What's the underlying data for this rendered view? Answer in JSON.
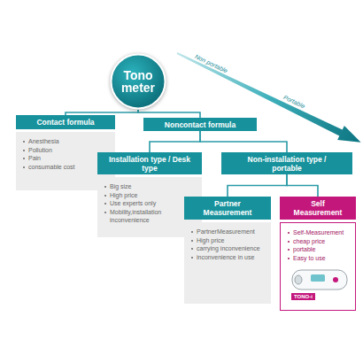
{
  "diagram": {
    "nodes": [
      {
        "text": [
          "Tono meter"
        ]
      },
      {
        "text": [
          "Contact formula",
          "Anesthesia",
          "Pollution",
          "Pain",
          "consumable cost"
        ]
      },
      {
        "text": [
          "Noncontact formula"
        ]
      },
      {
        "text": [
          "Installation type / Desk type",
          "Big size",
          "High price",
          "Use experts only",
          "Mobility,installation inconvenience"
        ]
      },
      {
        "text": [
          "Non-installation type / portable"
        ]
      },
      {
        "text": [
          "Partner Measurement",
          "PartnerMeasurement",
          "High price",
          "carrying inconvenience",
          "inconvenience in use"
        ]
      },
      {
        "text": [
          "Self Measurement",
          "Self-Measurement",
          "cheap price",
          "portable",
          "Easy to use"
        ]
      }
    ],
    "edges": [
      {
        "from": 0,
        "to": 1,
        "arrow": "none"
      },
      {
        "from": 0,
        "to": 2,
        "arrow": "none"
      },
      {
        "from": 2,
        "to": 3,
        "arrow": "none"
      },
      {
        "from": 2,
        "to": 4,
        "arrow": "none"
      },
      {
        "from": 4,
        "to": 5,
        "arrow": "none"
      },
      {
        "from": 4,
        "to": 6,
        "arrow": "none"
      }
    ],
    "labels": [
      "Non portable",
      "Portable",
      "TONO-i"
    ]
  }
}
